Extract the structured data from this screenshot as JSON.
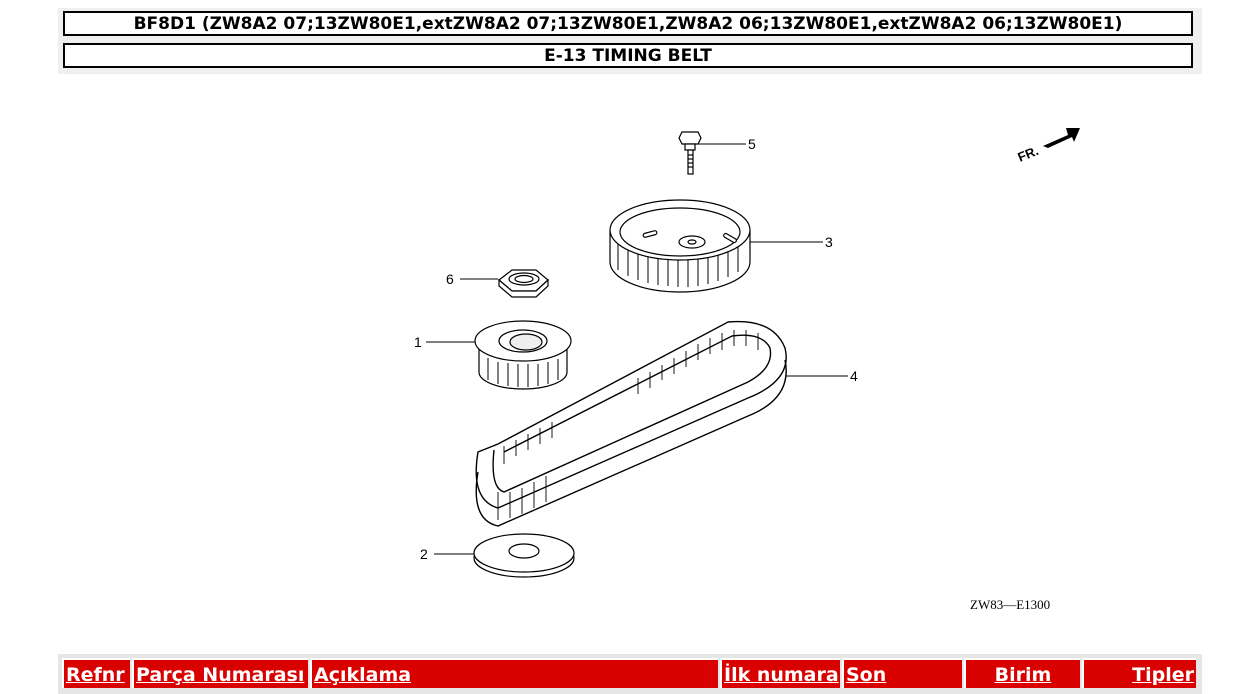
{
  "header": {
    "model_line": "BF8D1 (ZW8A2 07;13ZW80E1,extZW8A2 07;13ZW80E1,ZW8A2 06;13ZW80E1,extZW8A2 06;13ZW80E1)",
    "section_title": "E-13 TIMING BELT"
  },
  "diagram": {
    "callouts": [
      "1",
      "2",
      "3",
      "4",
      "5",
      "6"
    ],
    "front_marker": "FR.",
    "figure_code": "ZW83—E1300"
  },
  "table": {
    "columns": [
      "Refnr",
      "Parça Numarası",
      "Açıklama",
      "İlk numara",
      "Son",
      "Birim",
      "Tipler"
    ]
  }
}
